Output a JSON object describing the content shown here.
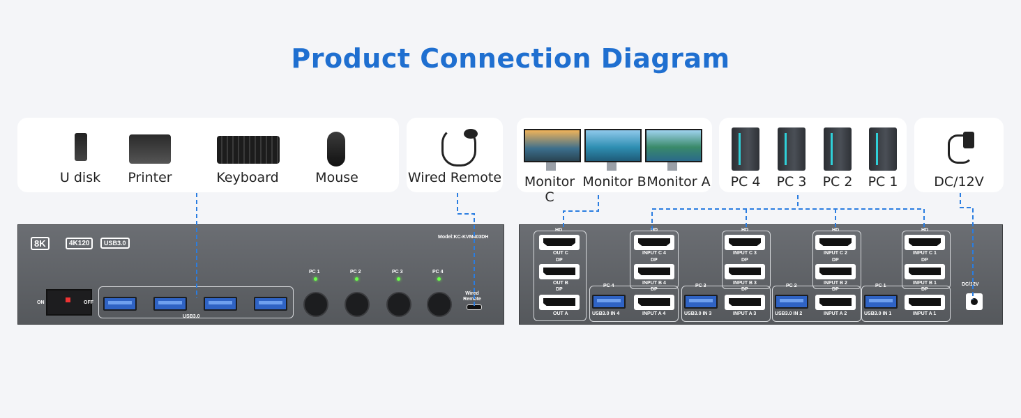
{
  "title": "Product Connection Diagram",
  "peripherals": {
    "u_disk": "U disk",
    "printer": "Printer",
    "keyboard": "Keyboard",
    "mouse": "Mouse"
  },
  "wired_remote": "Wired Remote",
  "monitors": [
    "Monitor C",
    "Monitor B",
    "Monitor A"
  ],
  "pcs": [
    "PC 4",
    "PC 3",
    "PC 2",
    "PC 1"
  ],
  "power": "DC/12V",
  "front_panel": {
    "badges": [
      "8K",
      "4K120",
      "USB3.0"
    ],
    "model": "Model:KC-KVM403DH",
    "on": "ON",
    "off": "OFF",
    "usb_label": "USB3.0",
    "pc_buttons": [
      "PC 1",
      "PC 2",
      "PC 3",
      "PC 4"
    ],
    "remote_port": "Wired Remote"
  },
  "rear_panel": {
    "hd": "HD",
    "dp": "DP",
    "out_c": "OUT C",
    "out_b": "OUT B",
    "out_a": "OUT A",
    "groups": [
      {
        "pc": "PC 4",
        "usb": "USB3.0 IN 4",
        "c": "INPUT C 4",
        "b": "INPUT B 4",
        "a": "INPUT A 4"
      },
      {
        "pc": "PC 3",
        "usb": "USB3.0 IN 3",
        "c": "INPUT C 3",
        "b": "INPUT B 3",
        "a": "INPUT A 3"
      },
      {
        "pc": "PC 2",
        "usb": "USB3.0 IN 2",
        "c": "INPUT C 2",
        "b": "INPUT B 2",
        "a": "INPUT A 2"
      },
      {
        "pc": "PC 1",
        "usb": "USB3.0 IN 1",
        "c": "INPUT C 1",
        "b": "INPUT B 1",
        "a": "INPUT A 1"
      }
    ],
    "dc": "DC/12V"
  },
  "colors": {
    "accent": "#1f6fd0",
    "dash": "#2a7de1"
  }
}
